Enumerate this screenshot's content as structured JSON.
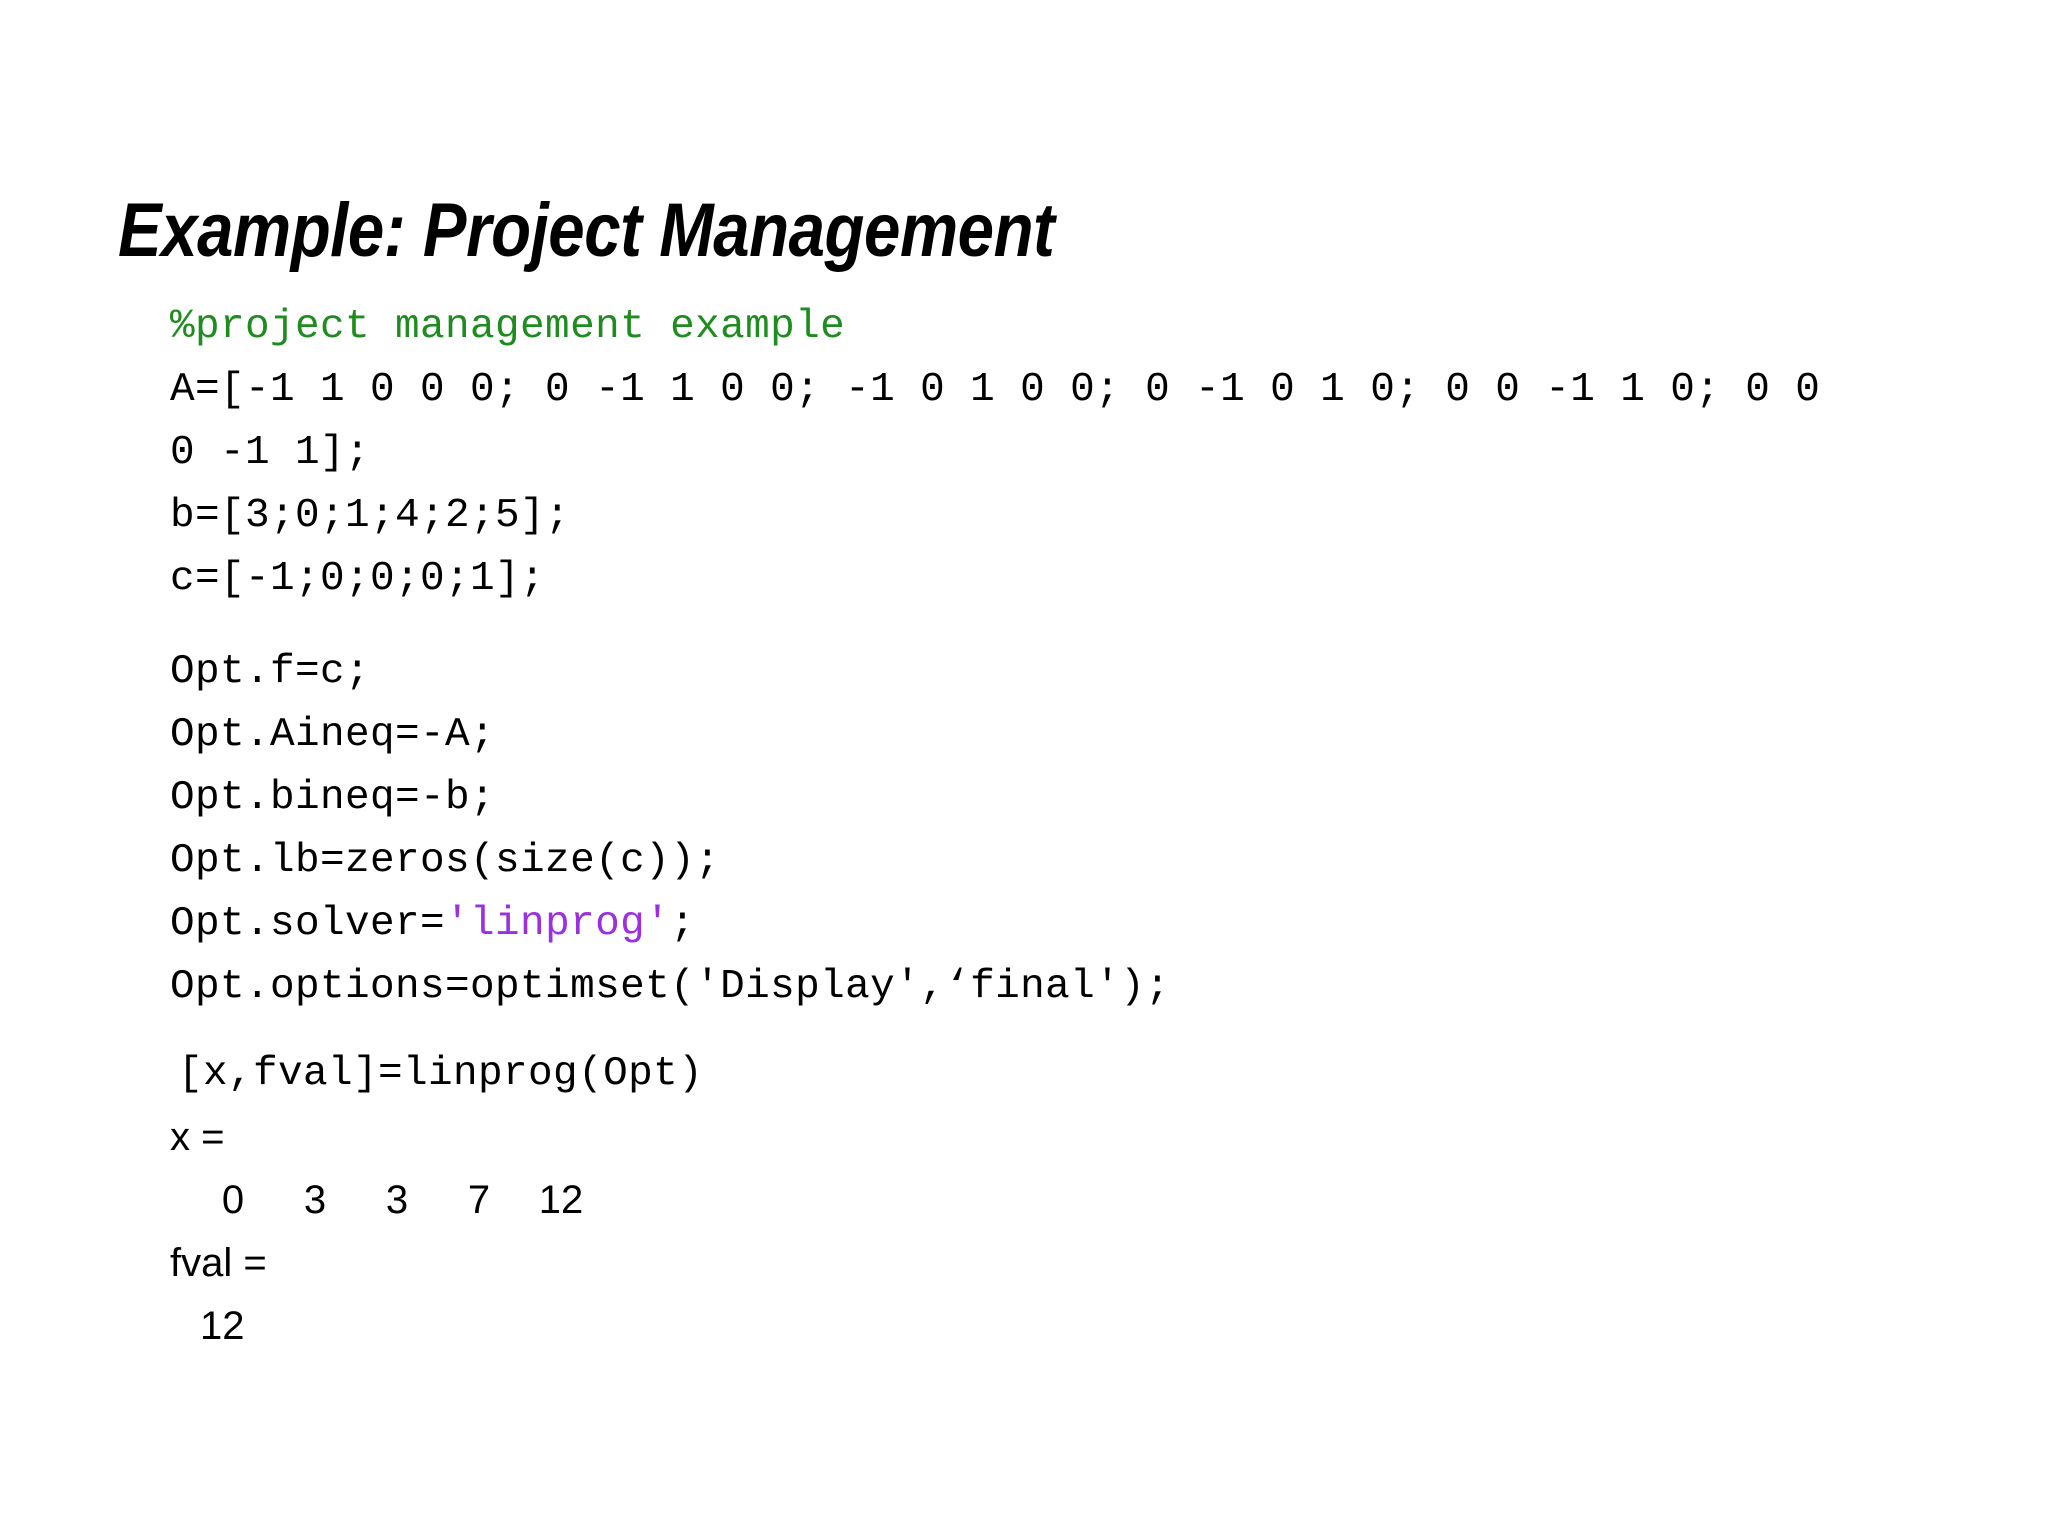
{
  "slide": {
    "title": "Example: Project Management"
  },
  "code": {
    "comment": "%project management example",
    "matrix_a": "A=[-1 1 0 0 0; 0 -1 1 0 0; -1 0 1 0 0; 0 -1 0 1 0; 0 0 -1 1 0; 0 0 0 -1 1];",
    "vector_b": "b=[3;0;1;4;2;5];",
    "vector_c": "c=[-1;0;0;0;1];",
    "opt_f": "Opt.f=c;",
    "opt_aineq": "Opt.Aineq=-A;",
    "opt_bineq": "Opt.bineq=-b;",
    "opt_lb": "Opt.lb=zeros(size(c));",
    "opt_solver_prefix": "Opt.solver=",
    "opt_solver_string": "'linprog'",
    "opt_solver_suffix": ";",
    "opt_options": "Opt.options=optimset('Display',‘final');",
    "call": "[x,fval]=linprog(Opt)"
  },
  "output": {
    "x_label": "x =",
    "x_values": [
      "0",
      "3",
      "3",
      "7",
      "12"
    ],
    "fval_label": "fval =",
    "fval_value": "12"
  },
  "colors": {
    "comment_green": "#1e8c1e",
    "string_purple": "#9b30e0",
    "text_black": "#000000",
    "background": "#ffffff"
  }
}
